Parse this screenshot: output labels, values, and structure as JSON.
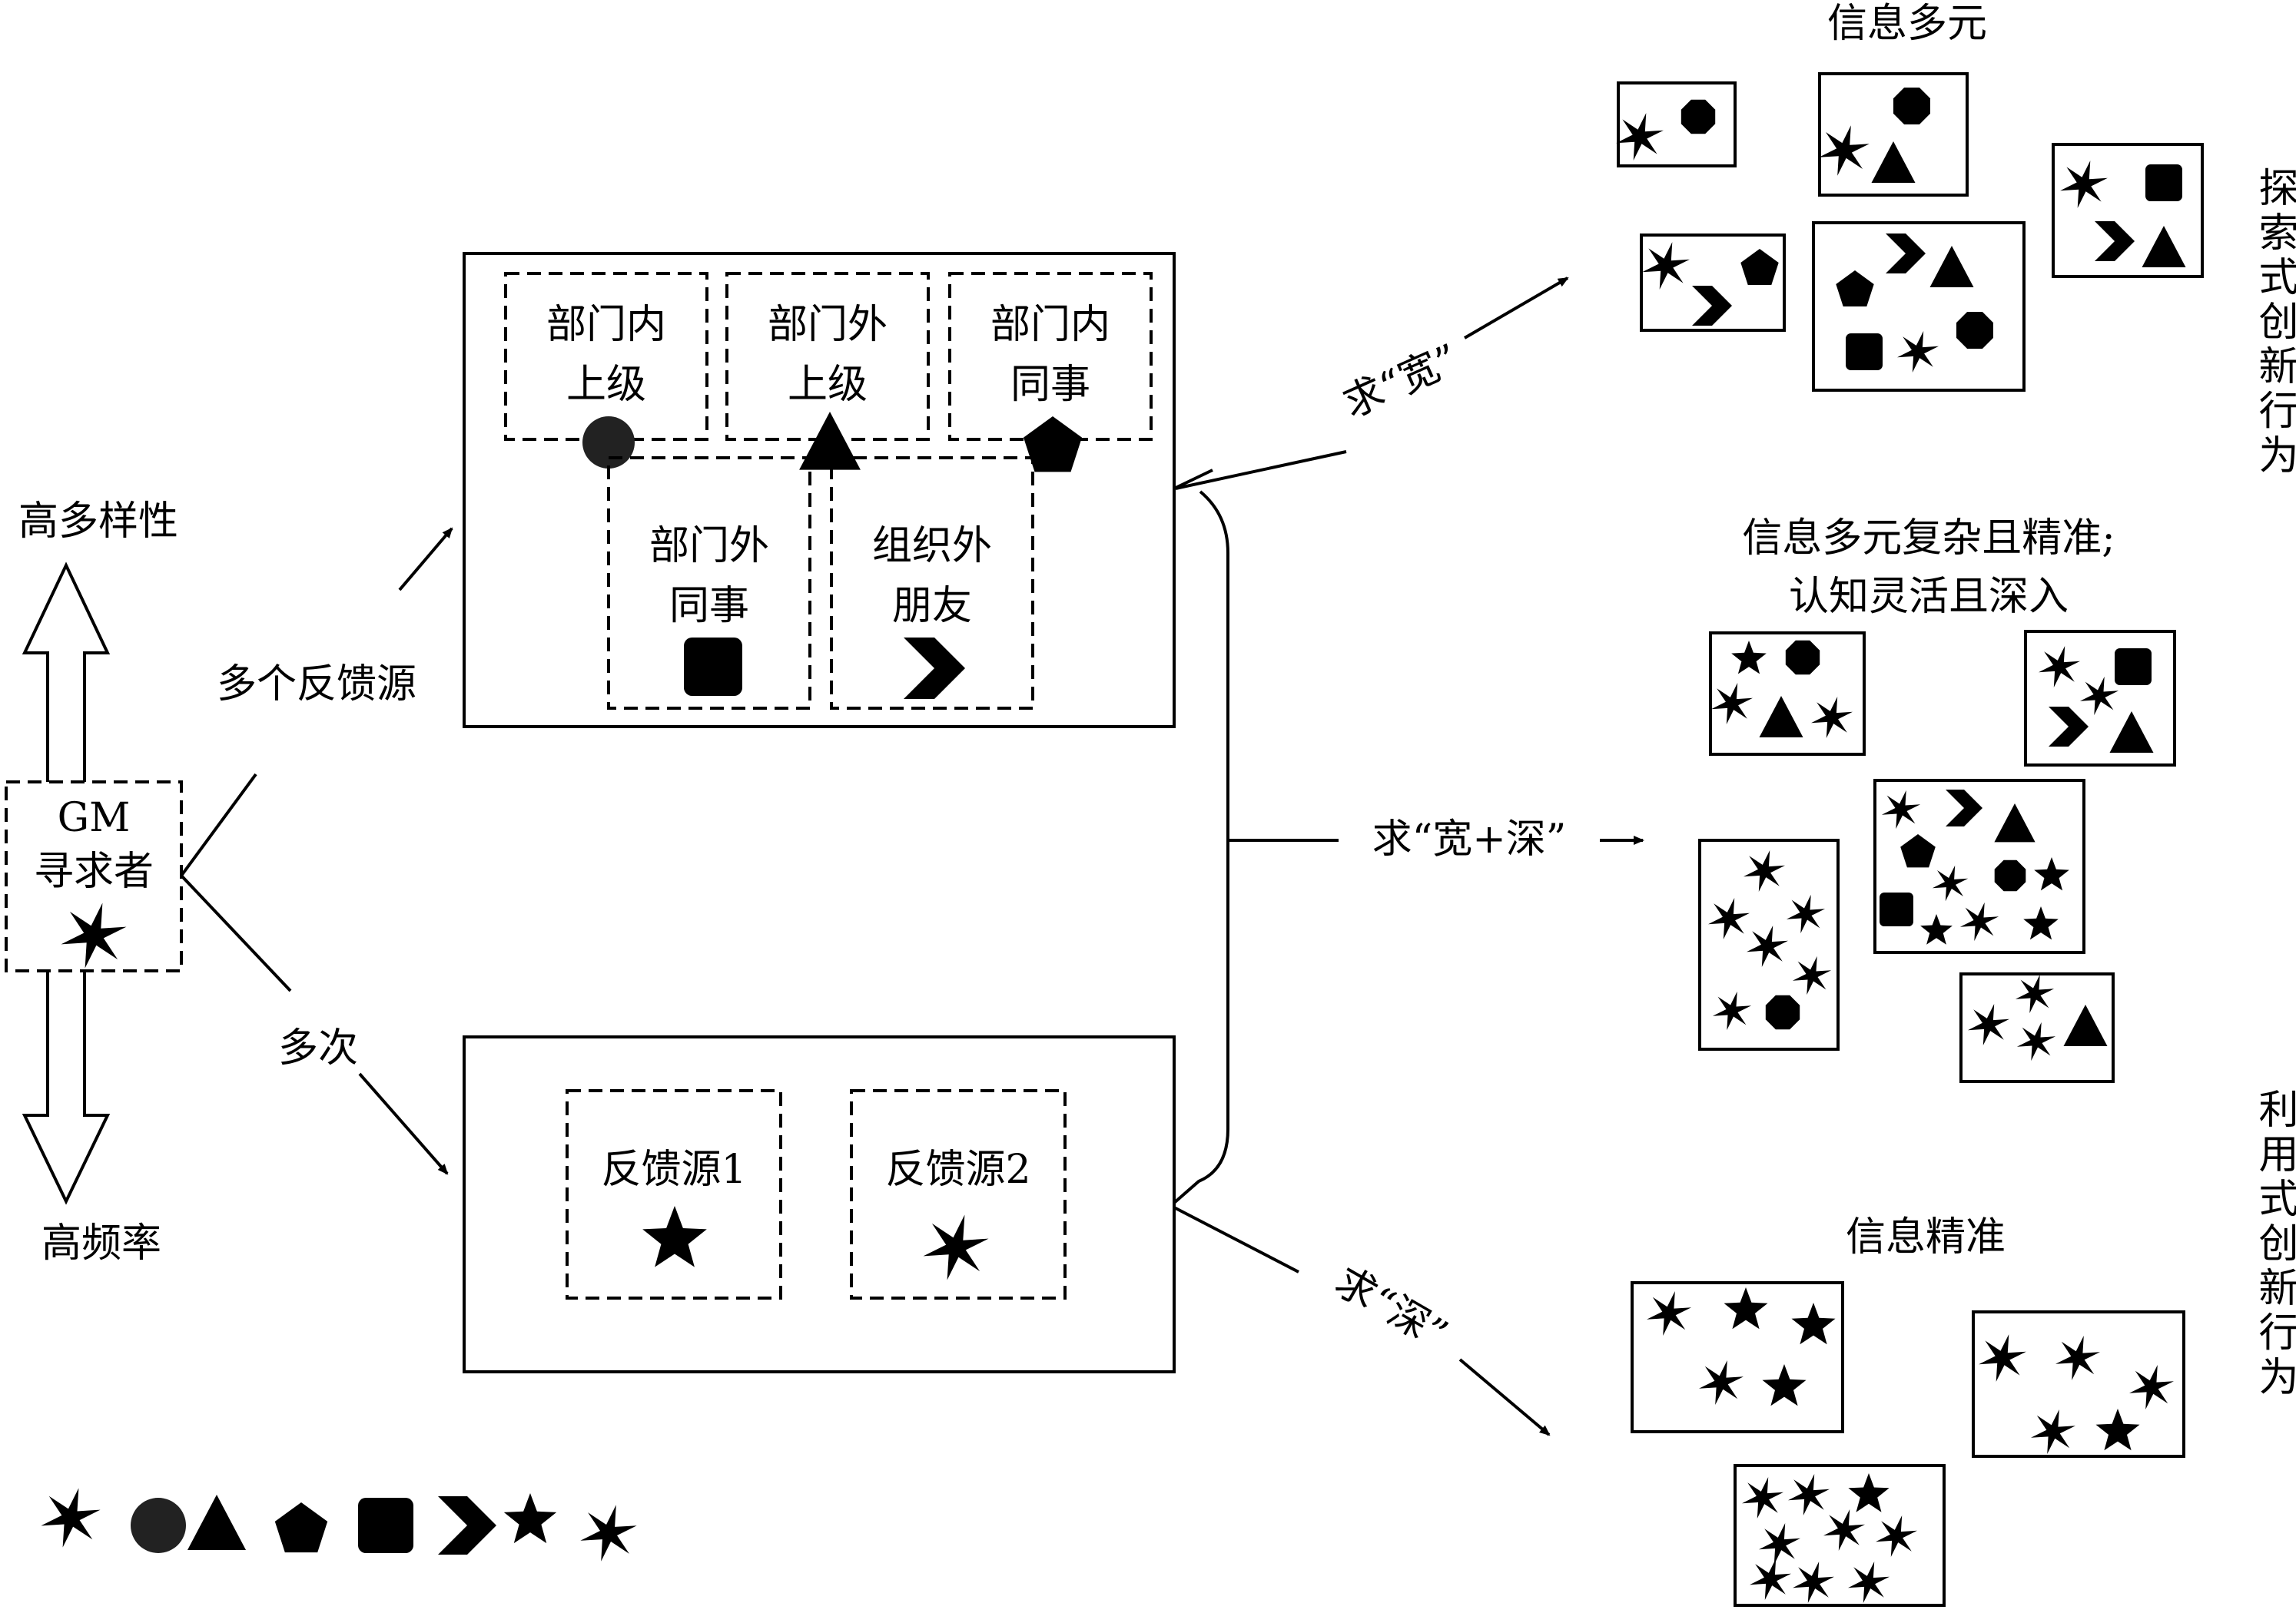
{
  "seeker": {
    "line1": "GM",
    "line2": "寻求者",
    "diversity_label": "高多样性",
    "frequency_label": "高频率"
  },
  "edges": {
    "multi_source": "多个反馈源",
    "multi_times": "多次",
    "seek_wide": "求“宽”",
    "seek_wide_deep": "求“宽+深”",
    "seek_deep": "求“深”"
  },
  "sources_box": {
    "items": [
      {
        "line1": "部门内",
        "line2": "上级",
        "shape": "circle"
      },
      {
        "line1": "部门外",
        "line2": "上级",
        "shape": "triangle"
      },
      {
        "line1": "部门内",
        "line2": "同事",
        "shape": "pentagon"
      },
      {
        "line1": "部门外",
        "line2": "同事",
        "shape": "square"
      },
      {
        "line1": "组织外",
        "line2": "朋友",
        "shape": "chevron"
      }
    ]
  },
  "times_box": {
    "items": [
      {
        "label": "反馈源1",
        "shape": "star5"
      },
      {
        "label": "反馈源2",
        "shape": "star6"
      }
    ]
  },
  "outcomes": {
    "diverse_title": "信息多元",
    "complex_title_1": "信息多元复杂且精准;",
    "complex_title_2": "认知灵活且深入",
    "precise_title": "信息精准",
    "exploratory": "探索式创新行为",
    "exploitative": "利用式创新行为"
  },
  "legend": {
    "shapes": [
      "star6",
      "circle",
      "triangle",
      "pentagon",
      "square",
      "chevron",
      "star5",
      "star6"
    ]
  },
  "colors": {
    "ink": "#000000",
    "circle_fill": "#222222",
    "paper": "#ffffff"
  }
}
